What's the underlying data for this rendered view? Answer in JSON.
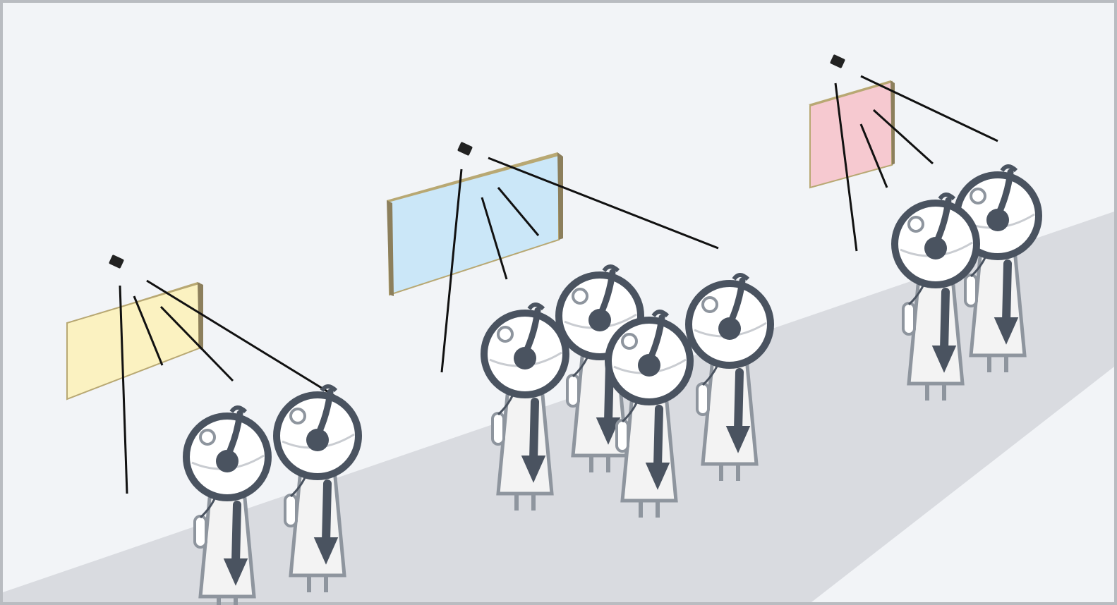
{
  "scene": {
    "colors": {
      "frame": "#b9bcc1",
      "wall": "#f2f4f7",
      "floor": "#d9dbe0",
      "line": "#111111",
      "figure_outline": "#4a5360",
      "figure_fill": "#ffffff",
      "body_fill": "#f3f3f3",
      "camera": "#222222"
    },
    "groups": [
      {
        "panel": {
          "color": "#fbf2c1",
          "edge": "#b8a873"
        },
        "people": 2
      },
      {
        "panel": {
          "color": "#cbe7f8",
          "edge": "#b8a873"
        },
        "people": 4
      },
      {
        "panel": {
          "color": "#f6c9d0",
          "edge": "#b8a873"
        },
        "people": 2
      }
    ]
  }
}
